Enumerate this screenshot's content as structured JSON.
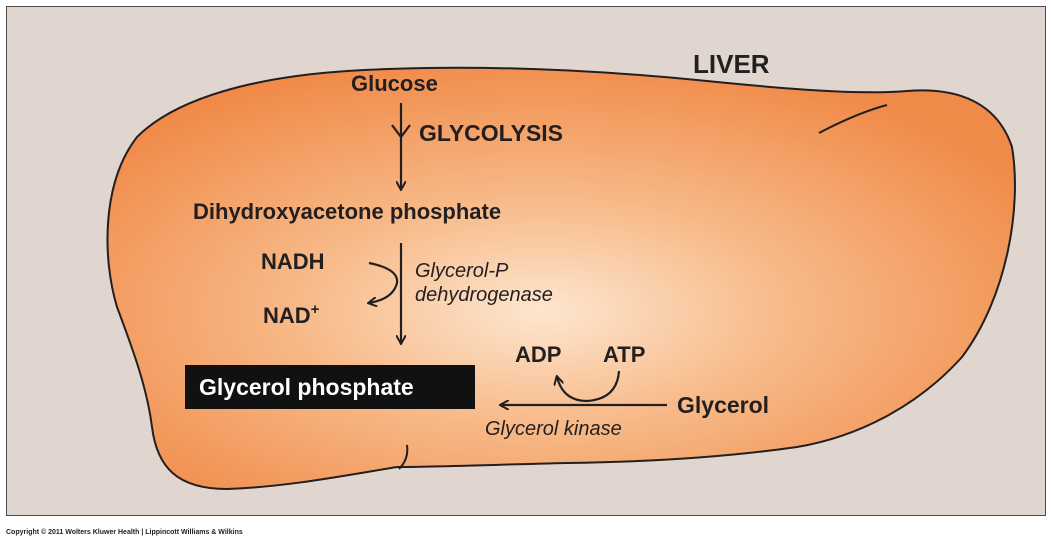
{
  "organ_label": "LIVER",
  "pathway": {
    "glucose": "Glucose",
    "glycolysis": "GLYCOLYSIS",
    "dhap": "Dihydroxyacetone phosphate",
    "nadh": "NADH",
    "nad": "NAD",
    "nad_sup": "+",
    "enzyme_dehydrogenase_line1": "Glycerol-P",
    "enzyme_dehydrogenase_line2": "dehydrogenase",
    "product": "Glycerol phosphate",
    "adp": "ADP",
    "atp": "ATP",
    "glycerol": "Glycerol",
    "enzyme_kinase": "Glycerol kinase"
  },
  "colors": {
    "liver_center": "#fde6cf",
    "liver_edge": "#f08a48",
    "background": "#e0d6cf",
    "product_box": "#111111",
    "product_text": "#ffffff"
  },
  "copyright": "Copyright © 2011 Wolters Kluwer Health | Lippincott Williams & Wilkins"
}
